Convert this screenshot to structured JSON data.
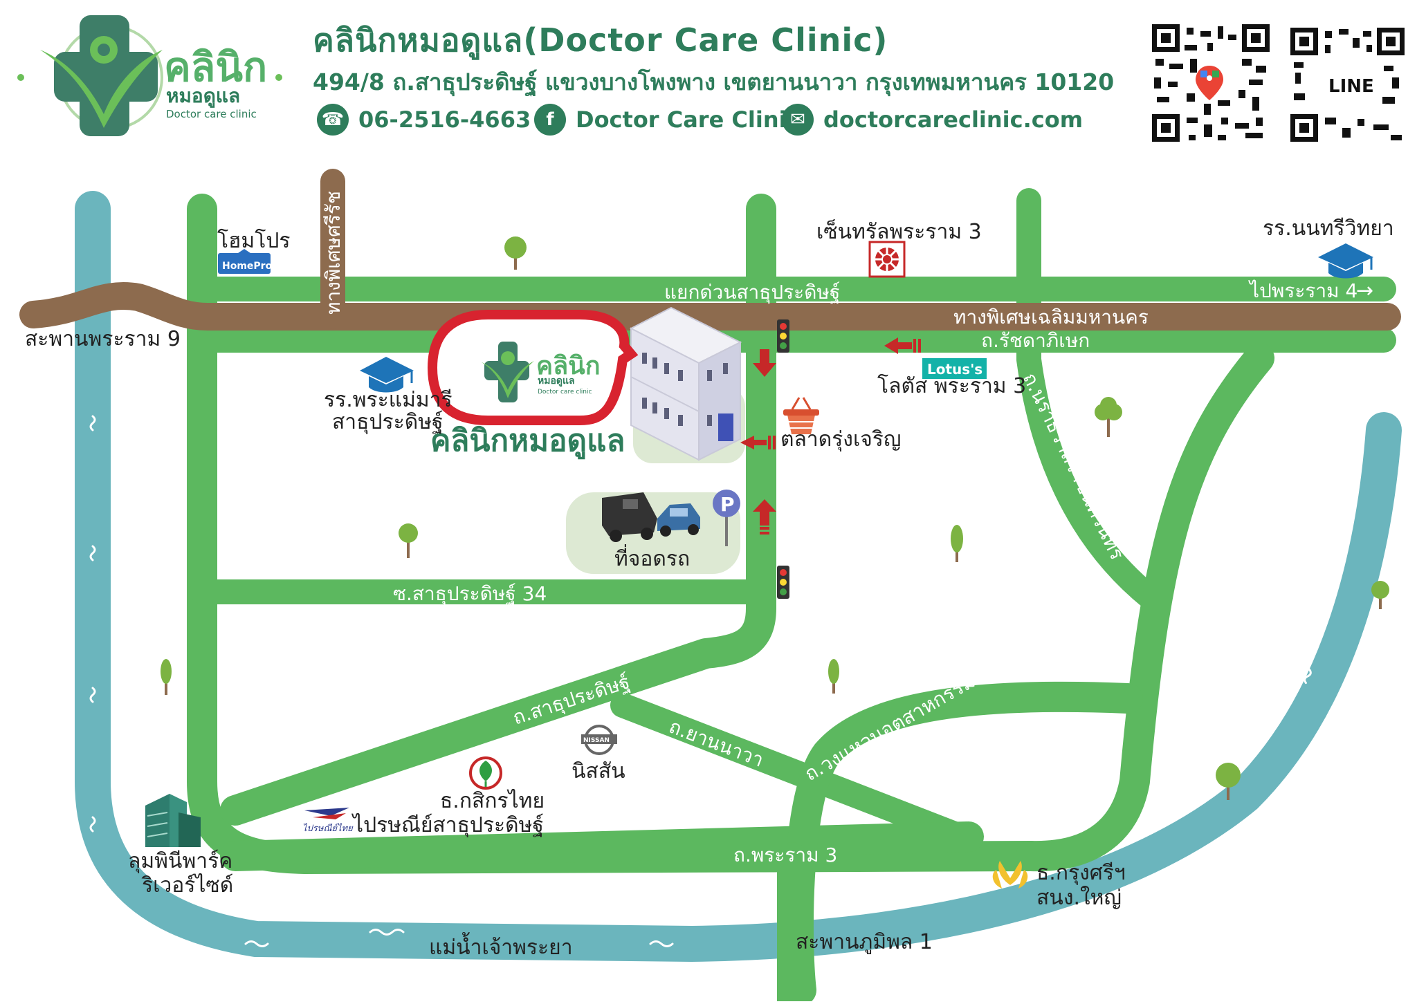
{
  "clinic": {
    "logo_title": "คลินิก",
    "logo_sub": "หมอดูแล",
    "logo_en": "Doctor care clinic",
    "title": "คลินิกหมอดูแล(Doctor Care Clinic)",
    "address": "494/8 ถ.สาธุประดิษฐ์ แขวงบางโพงพาง เขตยานนาวา กรุงเทพมหานคร 10120",
    "phone": "06-2516-4663",
    "facebook": "Doctor Care Clinic",
    "website": "doctorcareclinic.com",
    "map_label": "คลินิกหมอดูแล",
    "qr_line_label": "LINE"
  },
  "icons": {
    "phone": "phone-icon",
    "facebook": "facebook-icon",
    "email": "email-icon",
    "qr_maps": "google-maps-qr",
    "qr_line": "line-qr"
  },
  "colors": {
    "road": "#5cb85f",
    "expressway": "#8d6b4e",
    "river": "#6bb5bd",
    "brand": "#2e7d5b",
    "clinic_ring": "#d8232f",
    "arrow": "#c62828",
    "park": "#dde9d3"
  },
  "map": {
    "roads": {
      "expressway_top": "ทางพิเศษเฉลิมมหานคร",
      "expressway_vertical": "ทางพิเศษศรีรัช",
      "junction": "แยกด่วนสาธุประดิษฐ์",
      "rama4": "ไปพระราม 4",
      "ratchadaphisek": "ถ.รัชดาภิเษก",
      "narathiwat": "ถ.นราธิวาสราชนครินทร์",
      "soi34": "ซ.สาธุประดิษฐ์ 34",
      "sathu": "ถ.สาธุประดิษฐ์",
      "yan_nawa": "ถ.ยานนาวา",
      "wongwaen": "ถ.วงแหวนอุตสาหกรรม",
      "rama3": "ถ.พระราม 3",
      "bhumibol": "สะพานภูมิพล 1",
      "rama9_bridge": "สะพานพระราม 9",
      "river": "แม่น้ำเจ้าพระยา"
    },
    "places": {
      "homepro": "โฮมโปร",
      "homepro_logo": "HomePro",
      "central": "เซ็นทรัลพระราม 3",
      "nonsi": "รร.นนทรีวิทยา",
      "lotus_logo": "Lotus's",
      "lotus": "โลตัส พระราม 3",
      "school_mater": "รร.พระแม่มารี",
      "school_mater2": "สาธุประดิษฐ์",
      "market": "ตลาดรุ่งเจริญ",
      "parking": "ที่จอดรถ",
      "parking_sign": "P",
      "nissan_logo": "NISSAN",
      "nissan": "นิสสัน",
      "kbank": "ธ.กสิกรไทย",
      "post_logo": "ไปรษณีย์ไทย",
      "post": "ไปรษณีย์สาธุประดิษฐ์",
      "lumphini": "ลุมพินีพาร์ค",
      "lumphini2": "ริเวอร์ไซด์",
      "krungsri": "ธ.กรุงศรีฯ",
      "krungsri2": "สนง.ใหญ่"
    }
  }
}
